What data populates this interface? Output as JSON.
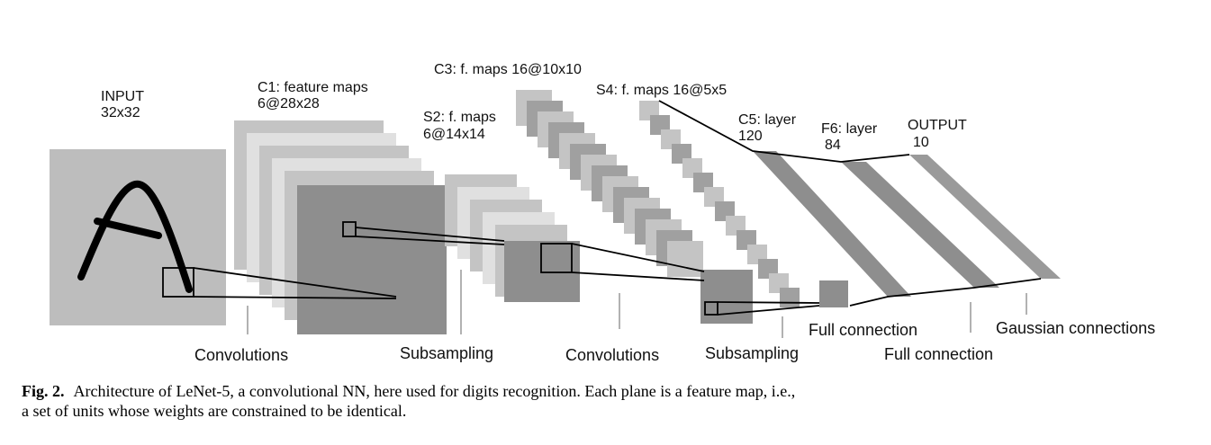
{
  "layers": {
    "input": {
      "name": "INPUT",
      "size": "32x32"
    },
    "c1": {
      "name": "C1: feature maps",
      "size": "6@28x28"
    },
    "s2": {
      "name": "S2: f. maps",
      "size": "6@14x14"
    },
    "c3": {
      "name": "C3: f. maps 16@10x10"
    },
    "s4": {
      "name": "S4: f. maps 16@5x5"
    },
    "c5": {
      "name": "C5: layer",
      "size": "120"
    },
    "f6": {
      "name": "F6: layer",
      "size": "84"
    },
    "output": {
      "name": "OUTPUT",
      "size": "10"
    }
  },
  "operations": {
    "conv1": "Convolutions",
    "sub1": "Subsampling",
    "conv2": "Convolutions",
    "sub2": "Subsampling",
    "full1": "Full connection",
    "full2": "Full connection",
    "gauss": "Gaussian connections"
  },
  "caption": {
    "label": "Fig. 2.",
    "text": "Architecture of LeNet-5, a convolutional NN, here used for digits recognition. Each plane is a feature map, i.e., a set of units whose weights are constrained to be identical."
  },
  "colors": {
    "light": "#bdbdbd",
    "mid": "#a3a3a3",
    "dark": "#8a8a8a",
    "line": "#000000"
  }
}
